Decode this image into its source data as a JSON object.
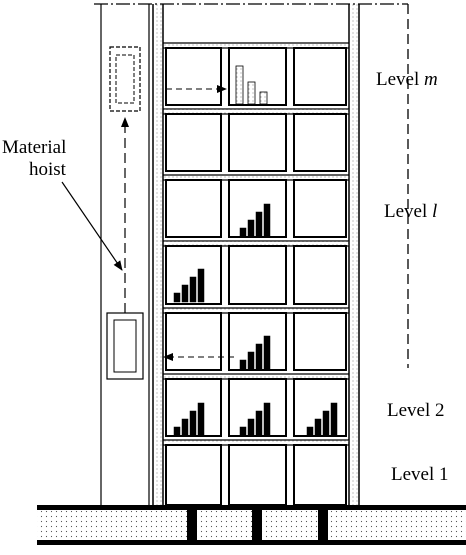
{
  "diagram": {
    "hoist_label_line1": "Material",
    "hoist_label_line2": "hoist",
    "levels": {
      "top": {
        "text": "Level ",
        "var": "m"
      },
      "mid": {
        "text": "Level ",
        "var": "l"
      },
      "two": {
        "text": "Level 2"
      },
      "one": {
        "text": "Level 1"
      }
    }
  }
}
